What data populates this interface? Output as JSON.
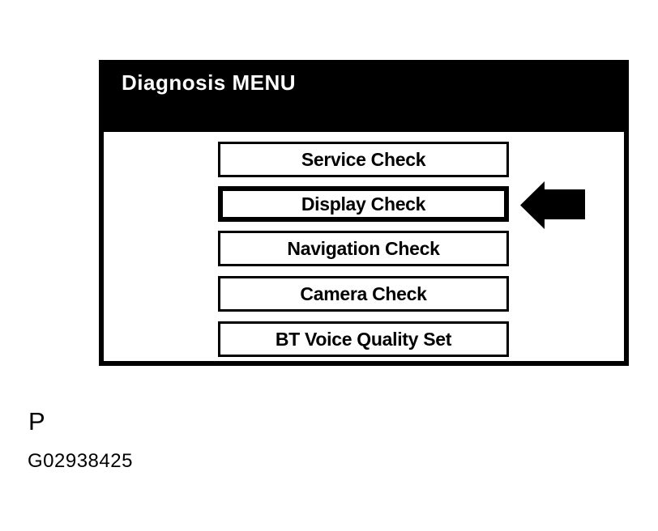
{
  "screen": {
    "title": "Diagnosis MENU",
    "menu_items": [
      {
        "label": "Service Check",
        "selected": false
      },
      {
        "label": "Display Check",
        "selected": true
      },
      {
        "label": "Navigation Check",
        "selected": false
      },
      {
        "label": "Camera Check",
        "selected": false
      },
      {
        "label": "BT Voice Quality Set",
        "selected": false
      }
    ],
    "pointer": {
      "icon": "arrow-left-icon",
      "points_to": "Display Check"
    }
  },
  "annotations": {
    "page_marker": "P",
    "figure_id": "G02938425"
  },
  "colors": {
    "foreground": "#000000",
    "background": "#ffffff",
    "titlebar_bg": "#000000",
    "titlebar_text": "#ffffff",
    "button_bg": "#ffffff",
    "button_border": "#000000"
  }
}
